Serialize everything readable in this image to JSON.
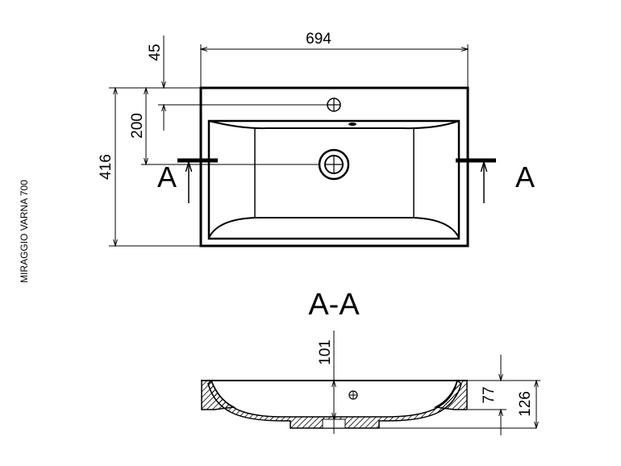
{
  "title": "MIRAGGIO VARNA 700",
  "section_label": "A-A",
  "section_marker": "A",
  "dimensions": {
    "width": "694",
    "depth": "416",
    "tap_offset": "45",
    "drain_offset": "200",
    "bowl_depth": "101",
    "rim_height": "77",
    "total_height": "126"
  },
  "colors": {
    "line": "#000000",
    "background": "#ffffff"
  }
}
